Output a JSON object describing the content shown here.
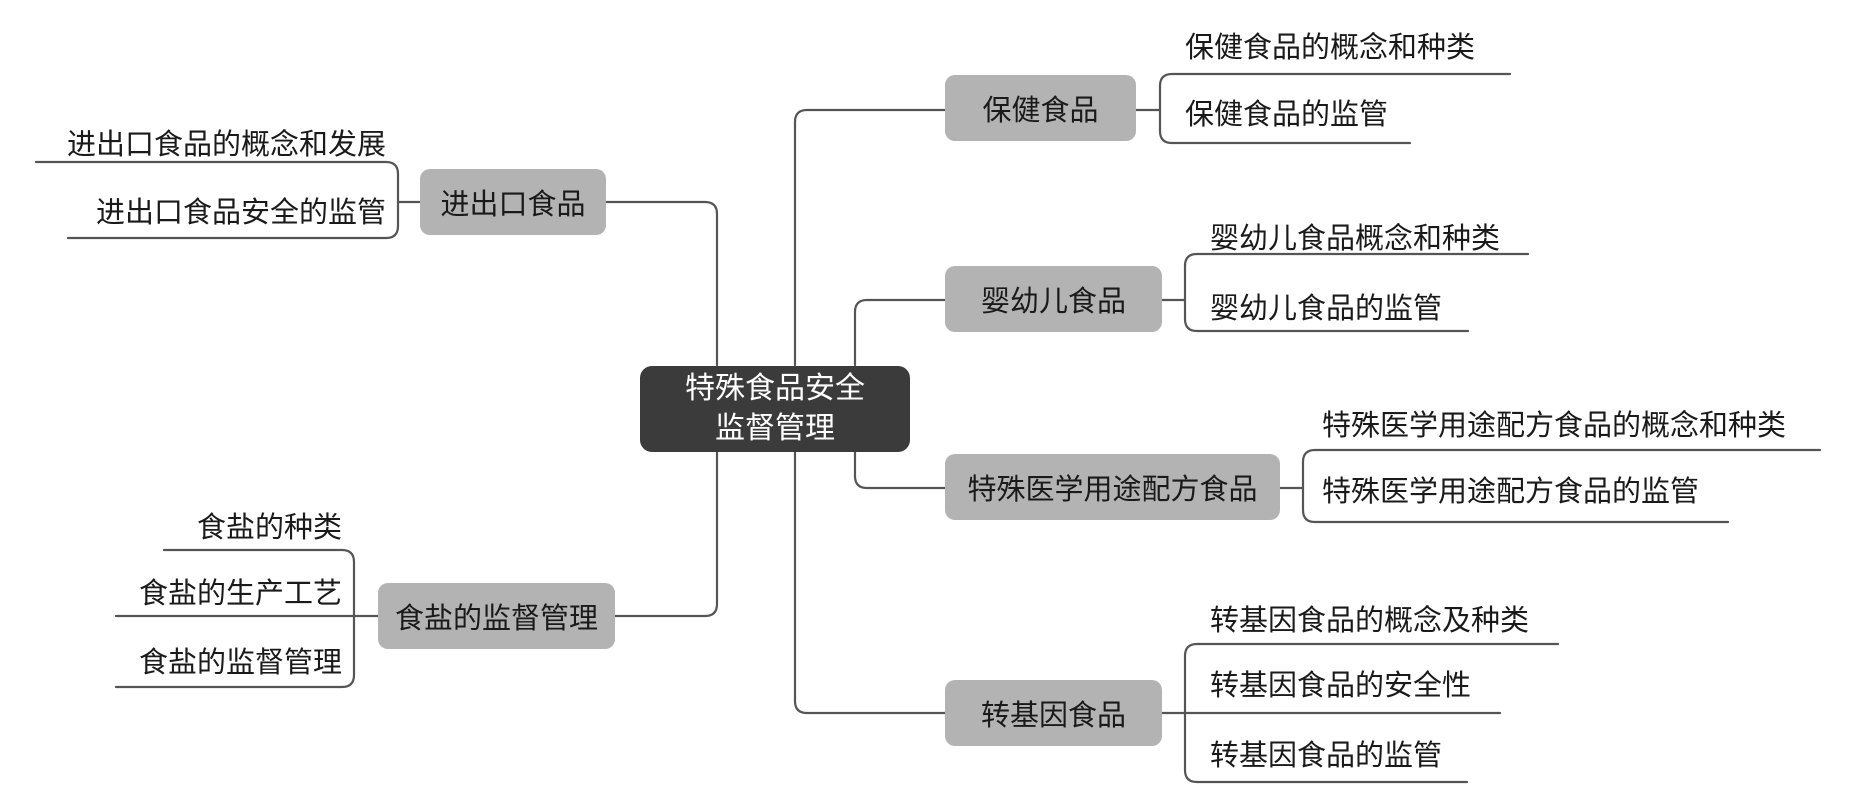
{
  "mindmap": {
    "root": {
      "line1": "特殊食品安全",
      "line2": "监督管理"
    },
    "branches": {
      "health_food": {
        "label": "保健食品",
        "children": [
          "保健食品的概念和种类",
          "保健食品的监管"
        ]
      },
      "infant_food": {
        "label": "婴幼儿食品",
        "children": [
          "婴幼儿食品概念和种类",
          "婴幼儿食品的监管"
        ]
      },
      "medical_food": {
        "label": "特殊医学用途配方食品",
        "children": [
          "特殊医学用途配方食品的概念和种类",
          "特殊医学用途配方食品的监管"
        ]
      },
      "gm_food": {
        "label": "转基因食品",
        "children": [
          "转基因食品的概念及种类",
          "转基因食品的安全性",
          "转基因食品的监管"
        ]
      },
      "import_export_food": {
        "label": "进出口食品",
        "children": [
          "进出口食品的概念和发展",
          "进出口食品安全的监管"
        ]
      },
      "salt": {
        "label": "食盐的监督管理",
        "children": [
          "食盐的种类",
          "食盐的生产工艺",
          "食盐的监督管理"
        ]
      }
    }
  },
  "colors": {
    "root_fill": "#3b3b3b",
    "branch_fill": "#b3b3b3",
    "line": "#555555"
  }
}
